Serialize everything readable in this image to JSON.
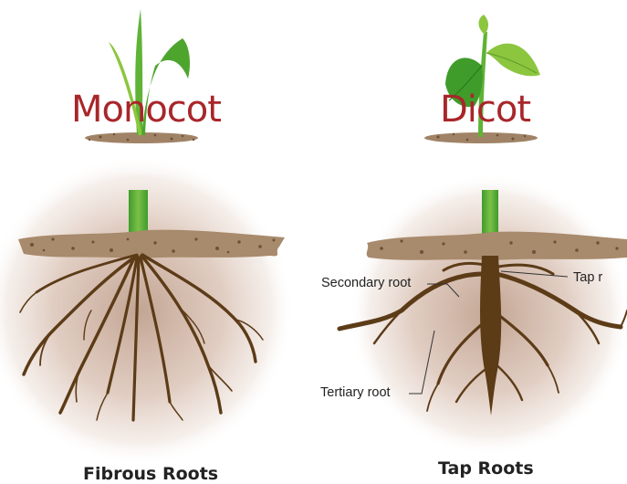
{
  "colors": {
    "title": "#a8262a",
    "soil": "#a88a6c",
    "root": "#5c3b17",
    "leaf_dark": "#3f9c2a",
    "leaf_light": "#8cc63f",
    "halo": "#d9bfae"
  },
  "monocot": {
    "title": "Monocot",
    "caption": "Fibrous Roots"
  },
  "dicot": {
    "title": "Dicot",
    "caption": "Tap Roots",
    "labels": {
      "secondary": "Secondary root",
      "tertiary": "Tertiary root",
      "tap": "Tap r"
    }
  }
}
